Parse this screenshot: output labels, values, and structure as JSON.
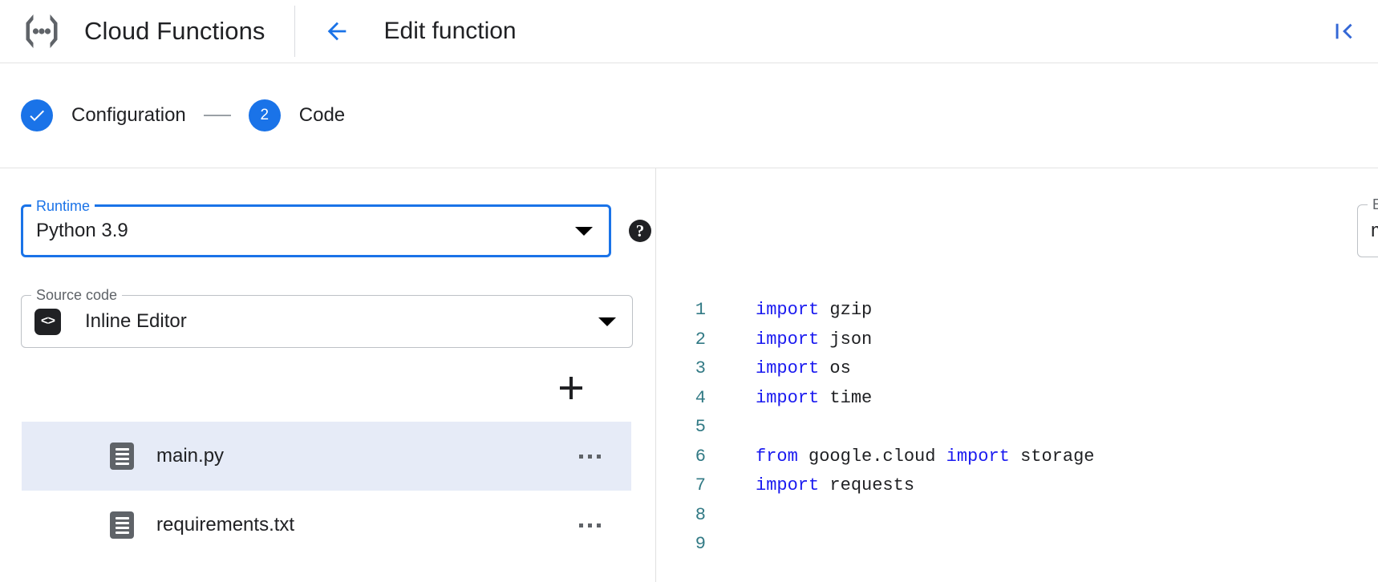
{
  "header": {
    "product_logo_icon": "cloud-functions-logo",
    "product_name": "Cloud Functions",
    "back_icon": "arrow-left-icon",
    "page_title": "Edit function",
    "collapse_icon": "collapse-panel-icon",
    "accent_color": "#1a73e8"
  },
  "stepper": {
    "steps": [
      {
        "marker": "✓",
        "label": "Configuration",
        "state": "complete"
      },
      {
        "marker": "2",
        "label": "Code",
        "state": "active"
      }
    ],
    "connector": "—"
  },
  "form": {
    "runtime": {
      "legend": "Runtime",
      "value": "Python 3.9",
      "focused": true,
      "dropdown_icon": "chevron-down-icon",
      "help_icon": "help-icon",
      "help_glyph": "?"
    },
    "entry_point": {
      "legend": "Entry point",
      "value": "main",
      "placeholder": "main",
      "help_icon": "help-icon",
      "help_glyph": "?"
    },
    "source_code": {
      "legend": "Source code",
      "value": "Inline Editor",
      "leading_icon": "code-brackets-icon",
      "leading_glyph": "<>",
      "dropdown_icon": "chevron-down-icon"
    },
    "add_file": {
      "icon": "plus-icon",
      "label": "+"
    },
    "files": [
      {
        "name": "main.py",
        "icon": "file-icon",
        "selected": true,
        "menu_icon": "more-options-icon"
      },
      {
        "name": "requirements.txt",
        "icon": "file-icon",
        "selected": false,
        "menu_icon": "more-options-icon"
      }
    ]
  },
  "editor": {
    "language": "python",
    "lines": [
      {
        "no": "1",
        "tokens": [
          {
            "t": "import",
            "c": "kw"
          },
          {
            "t": " gzip",
            "c": ""
          }
        ]
      },
      {
        "no": "2",
        "tokens": [
          {
            "t": "import",
            "c": "kw"
          },
          {
            "t": " json",
            "c": ""
          }
        ]
      },
      {
        "no": "3",
        "tokens": [
          {
            "t": "import",
            "c": "kw"
          },
          {
            "t": " os",
            "c": ""
          }
        ]
      },
      {
        "no": "4",
        "tokens": [
          {
            "t": "import",
            "c": "kw"
          },
          {
            "t": " time",
            "c": ""
          }
        ]
      },
      {
        "no": "5",
        "tokens": [
          {
            "t": "",
            "c": ""
          }
        ]
      },
      {
        "no": "6",
        "tokens": [
          {
            "t": "from",
            "c": "kw"
          },
          {
            "t": " google.cloud ",
            "c": ""
          },
          {
            "t": "import",
            "c": "kw"
          },
          {
            "t": " storage",
            "c": ""
          }
        ]
      },
      {
        "no": "7",
        "tokens": [
          {
            "t": "import",
            "c": "kw"
          },
          {
            "t": " requests",
            "c": ""
          }
        ]
      },
      {
        "no": "8",
        "tokens": [
          {
            "t": "",
            "c": ""
          }
        ]
      },
      {
        "no": "9",
        "tokens": [
          {
            "t": "",
            "c": ""
          }
        ]
      }
    ]
  }
}
